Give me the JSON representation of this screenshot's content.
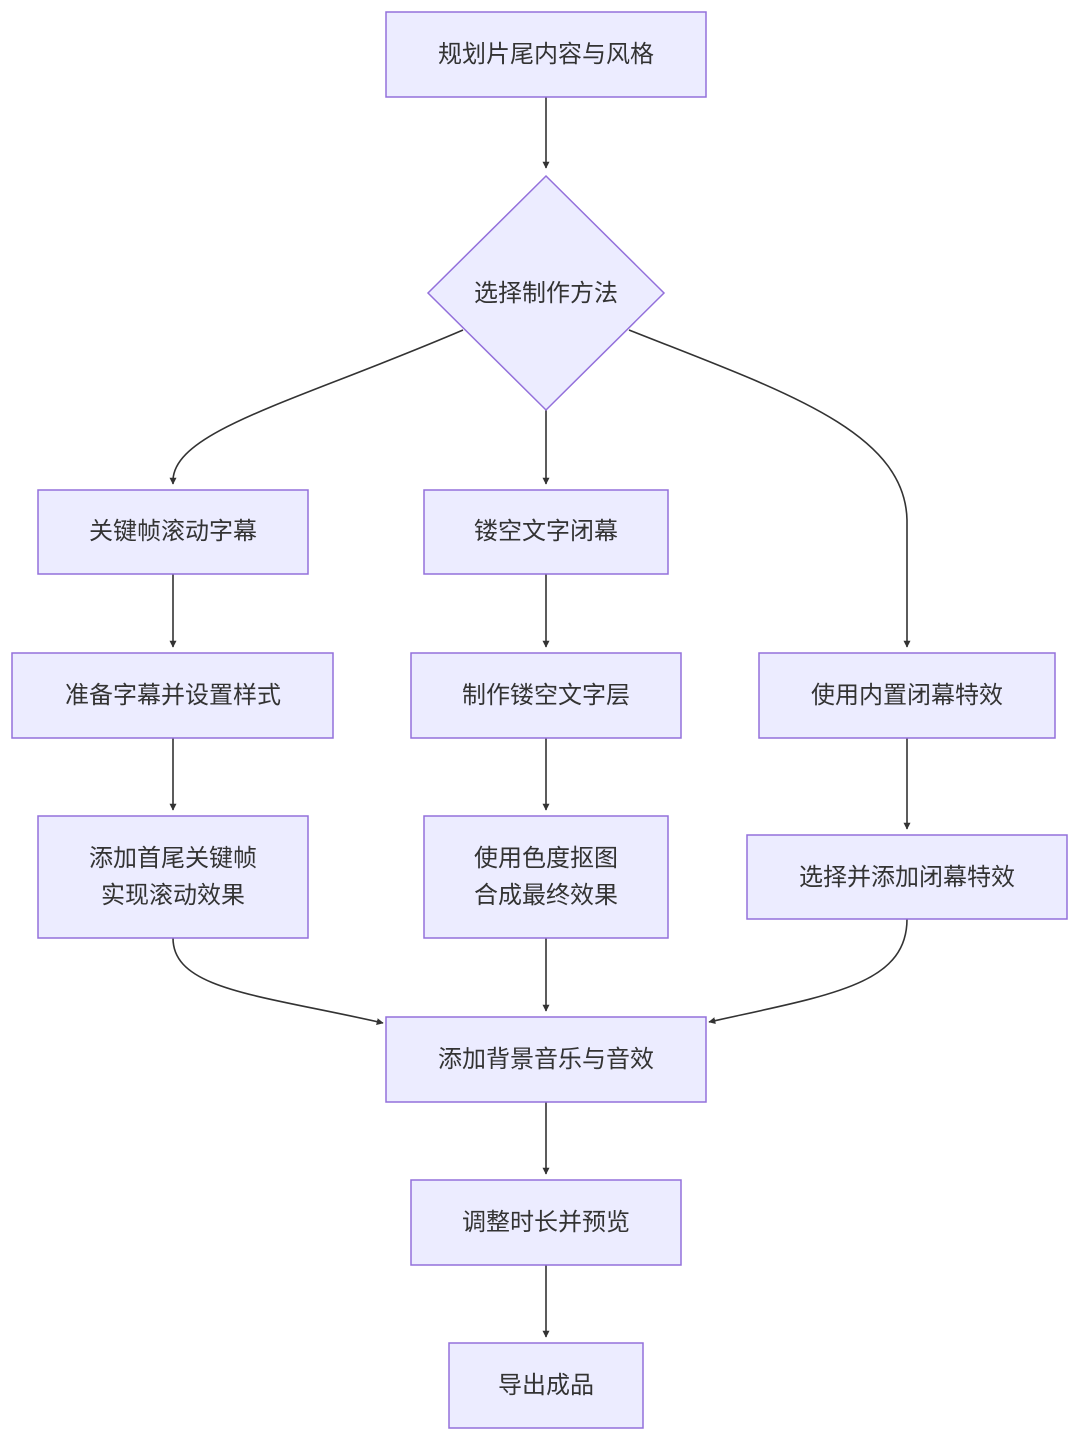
{
  "diagram": {
    "type": "flowchart",
    "nodes": {
      "plan": {
        "label": "规划片尾内容与风格"
      },
      "choose": {
        "label": "选择制作方法"
      },
      "keyframe_scroll": {
        "label": "关键帧滚动字幕"
      },
      "hollow_text": {
        "label": "镂空文字闭幕"
      },
      "prepare_subtitles": {
        "label": "准备字幕并设置样式"
      },
      "make_hollow_layer": {
        "label": "制作镂空文字层"
      },
      "builtin_effect": {
        "label": "使用内置闭幕特效"
      },
      "add_keyframes": {
        "line1": "添加首尾关键帧",
        "line2": "实现滚动效果"
      },
      "chroma_key": {
        "line1": "使用色度抠图",
        "line2": "合成最终效果"
      },
      "select_effect": {
        "label": "选择并添加闭幕特效"
      },
      "add_audio": {
        "label": "添加背景音乐与音效"
      },
      "adjust_preview": {
        "label": "调整时长并预览"
      },
      "export": {
        "label": "导出成品"
      }
    },
    "colors": {
      "node_fill": "#ECECFF",
      "node_stroke": "#9370DB",
      "edge": "#333333",
      "text": "#333333"
    }
  }
}
